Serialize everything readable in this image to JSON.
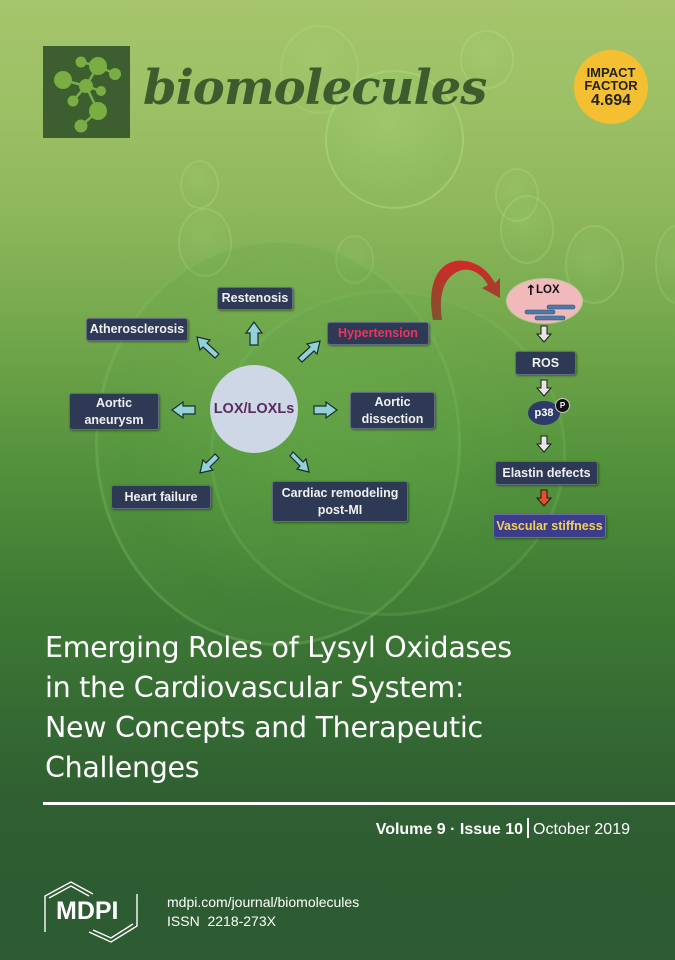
{
  "journal": {
    "name": "biomolecules",
    "logo_icon": "molecule-icon",
    "impact_factor": {
      "line1": "IMPACT",
      "line2": "FACTOR",
      "value": "4.694",
      "color": "#f4bf30"
    }
  },
  "diagram": {
    "center": "LOX/LOXLs",
    "outcomes": [
      {
        "label": "Restenosis"
      },
      {
        "label": "Atherosclerosis"
      },
      {
        "label": "Hypertension",
        "color": "#e8365f"
      },
      {
        "label": "Aortic aneurysm",
        "lines": [
          "Aortic",
          "aneurysm"
        ]
      },
      {
        "label": "Aortic dissection",
        "lines": [
          "Aortic",
          "dissection"
        ]
      },
      {
        "label": "Heart failure"
      },
      {
        "label": "Cardiac remodeling post-MI",
        "lines": [
          "Cardiac remodeling",
          "post-MI"
        ]
      }
    ],
    "pathway": {
      "steps": [
        "LOX",
        "ROS",
        "p38",
        "Elastin defects",
        "Vascular stiffness"
      ],
      "phospho_badge": "P",
      "up_arrow": "↑",
      "final_step_text_color": "#f2d15a",
      "final_step_bg": "#3c3d8a"
    }
  },
  "article": {
    "title_lines": [
      "Emerging Roles of Lysyl Oxidases",
      "in the Cardiovascular System:",
      "New Concepts and Therapeutic",
      "Challenges"
    ]
  },
  "issue": {
    "volume": "Volume 9",
    "dot": "·",
    "issue": "Issue 10",
    "date": "October 2019"
  },
  "publisher": {
    "name": "MDPI",
    "url": "mdpi.com/journal/biomolecules",
    "issn": "ISSN  2218-273X"
  }
}
